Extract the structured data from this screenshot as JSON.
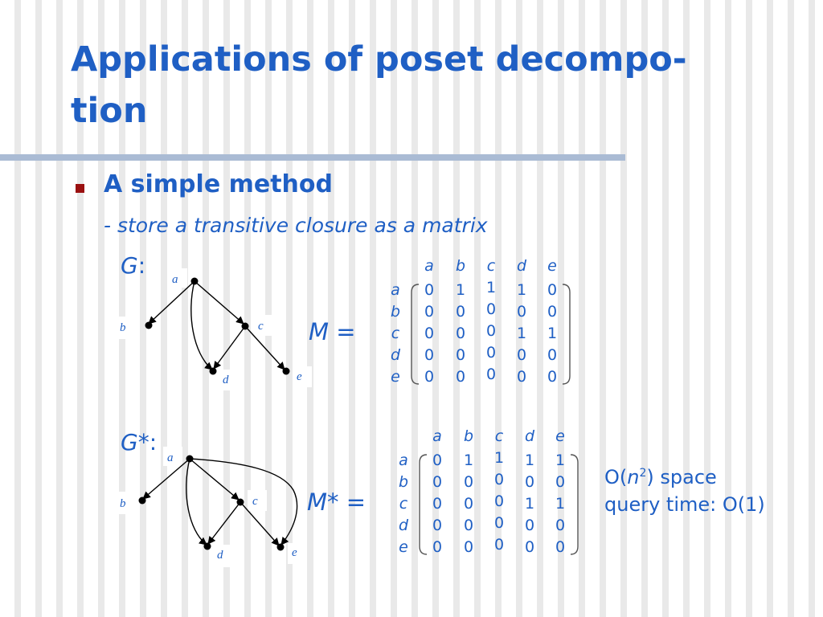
{
  "slide": {
    "title": "Applications of poset decompo-tion",
    "title_line1": "Applications of poset decompo-",
    "title_line2": "tion",
    "bullet_text": "A simple method",
    "sub_text": "- store a transitive closure as a matrix"
  },
  "graph_g": {
    "label_letter": "G",
    "label_suffix": ":",
    "nodes": [
      "a",
      "b",
      "c",
      "d",
      "e"
    ]
  },
  "graph_gstar": {
    "label_letter": "G*",
    "label_suffix": ":",
    "nodes": [
      "a",
      "b",
      "c",
      "d",
      "e"
    ]
  },
  "matrix_m": {
    "name": "M",
    "eq": "=",
    "cols": [
      "a",
      "b",
      "c",
      "d",
      "e"
    ],
    "rows": [
      "a",
      "b",
      "c",
      "d",
      "e"
    ],
    "values": [
      [
        0,
        1,
        1,
        1,
        0
      ],
      [
        0,
        0,
        0,
        0,
        0
      ],
      [
        0,
        0,
        0,
        1,
        1
      ],
      [
        0,
        0,
        0,
        0,
        0
      ],
      [
        0,
        0,
        0,
        0,
        0
      ]
    ]
  },
  "matrix_mstar": {
    "name": "M*",
    "eq": "=",
    "cols": [
      "a",
      "b",
      "c",
      "d",
      "e"
    ],
    "rows": [
      "a",
      "b",
      "c",
      "d",
      "e"
    ],
    "values": [
      [
        0,
        1,
        1,
        1,
        1
      ],
      [
        0,
        0,
        0,
        0,
        0
      ],
      [
        0,
        0,
        0,
        1,
        1
      ],
      [
        0,
        0,
        0,
        0,
        0
      ],
      [
        0,
        0,
        0,
        0,
        0
      ]
    ]
  },
  "complexity": {
    "space_prefix": "O(",
    "space_var": "n",
    "space_exp": "2",
    "space_suffix": ") space",
    "query": "query time: O(1)"
  },
  "colors": {
    "accent": "#1f5fc4",
    "bullet": "#9a1010",
    "rule": "#aabbd4"
  }
}
